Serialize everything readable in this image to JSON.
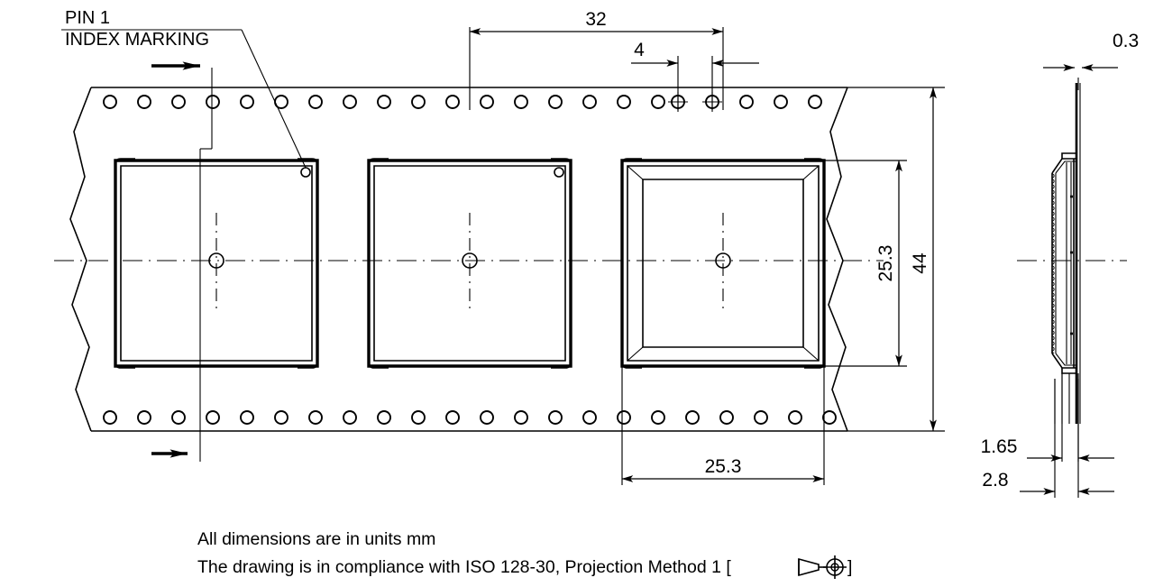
{
  "drawing": {
    "title": "Tape and reel packaging dimensional drawing",
    "labels": {
      "pin1_line1": "PIN 1",
      "pin1_line2": "INDEX MARKING"
    },
    "dimensions": {
      "pitch_major": "32",
      "sprocket_pitch": "4",
      "pocket_height": "25.3",
      "tape_width": "44",
      "pocket_width": "25.3",
      "cover_thickness": "0.3",
      "pocket_depth": "1.65",
      "tape_total_thickness": "2.8"
    },
    "notes": {
      "line1": "All dimensions are in units mm",
      "line2": "The drawing is in compliance with ISO 128-30, Projection Method 1 [",
      "line2_close": "]"
    },
    "icons": {
      "feed_arrow": "feed-direction-arrow",
      "projection_symbol": "first-angle-projection-symbol",
      "pin1_leader": "pin1-leader-line",
      "center_mark": "center-crosshair-mark"
    },
    "colors": {
      "line": "#000000",
      "background": "#ffffff"
    },
    "components": [
      {
        "id": "pocket-1",
        "has_device": true,
        "pin1_dot": true
      },
      {
        "id": "pocket-2",
        "has_device": true,
        "pin1_dot": true
      },
      {
        "id": "pocket-3",
        "has_device": false,
        "pin1_dot": false
      }
    ]
  }
}
